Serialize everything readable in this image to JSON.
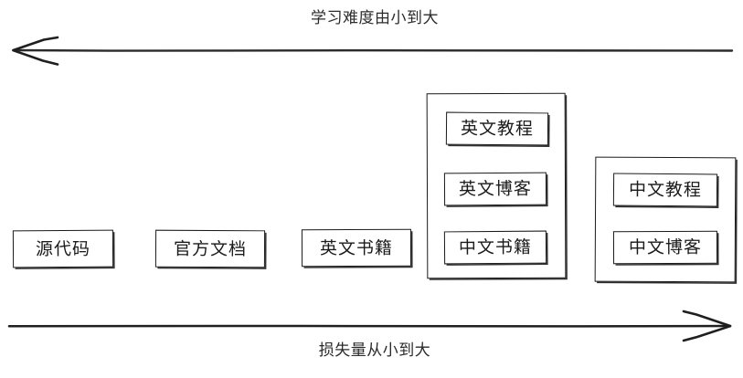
{
  "diagram": {
    "top_axis": {
      "label": "学习难度由小到大",
      "direction": "left",
      "arrow_icon": "arrow-left-icon"
    },
    "bottom_axis": {
      "label": "损失量从小到大",
      "direction": "right",
      "arrow_icon": "arrow-right-icon"
    },
    "nodes": [
      {
        "label": "源代码"
      },
      {
        "label": "官方文档"
      },
      {
        "label": "英文书籍"
      }
    ],
    "groups": [
      {
        "name": "group-english-advanced",
        "items": [
          {
            "label": "英文教程"
          },
          {
            "label": "英文博客"
          },
          {
            "label": "中文书籍"
          }
        ]
      },
      {
        "name": "group-chinese",
        "items": [
          {
            "label": "中文教程"
          },
          {
            "label": "中文博客"
          }
        ]
      }
    ],
    "colors": {
      "stroke": "#1a1a1a",
      "text": "#1b1b1b",
      "label_text": "#2b2b2b",
      "background": "#ffffff"
    }
  }
}
